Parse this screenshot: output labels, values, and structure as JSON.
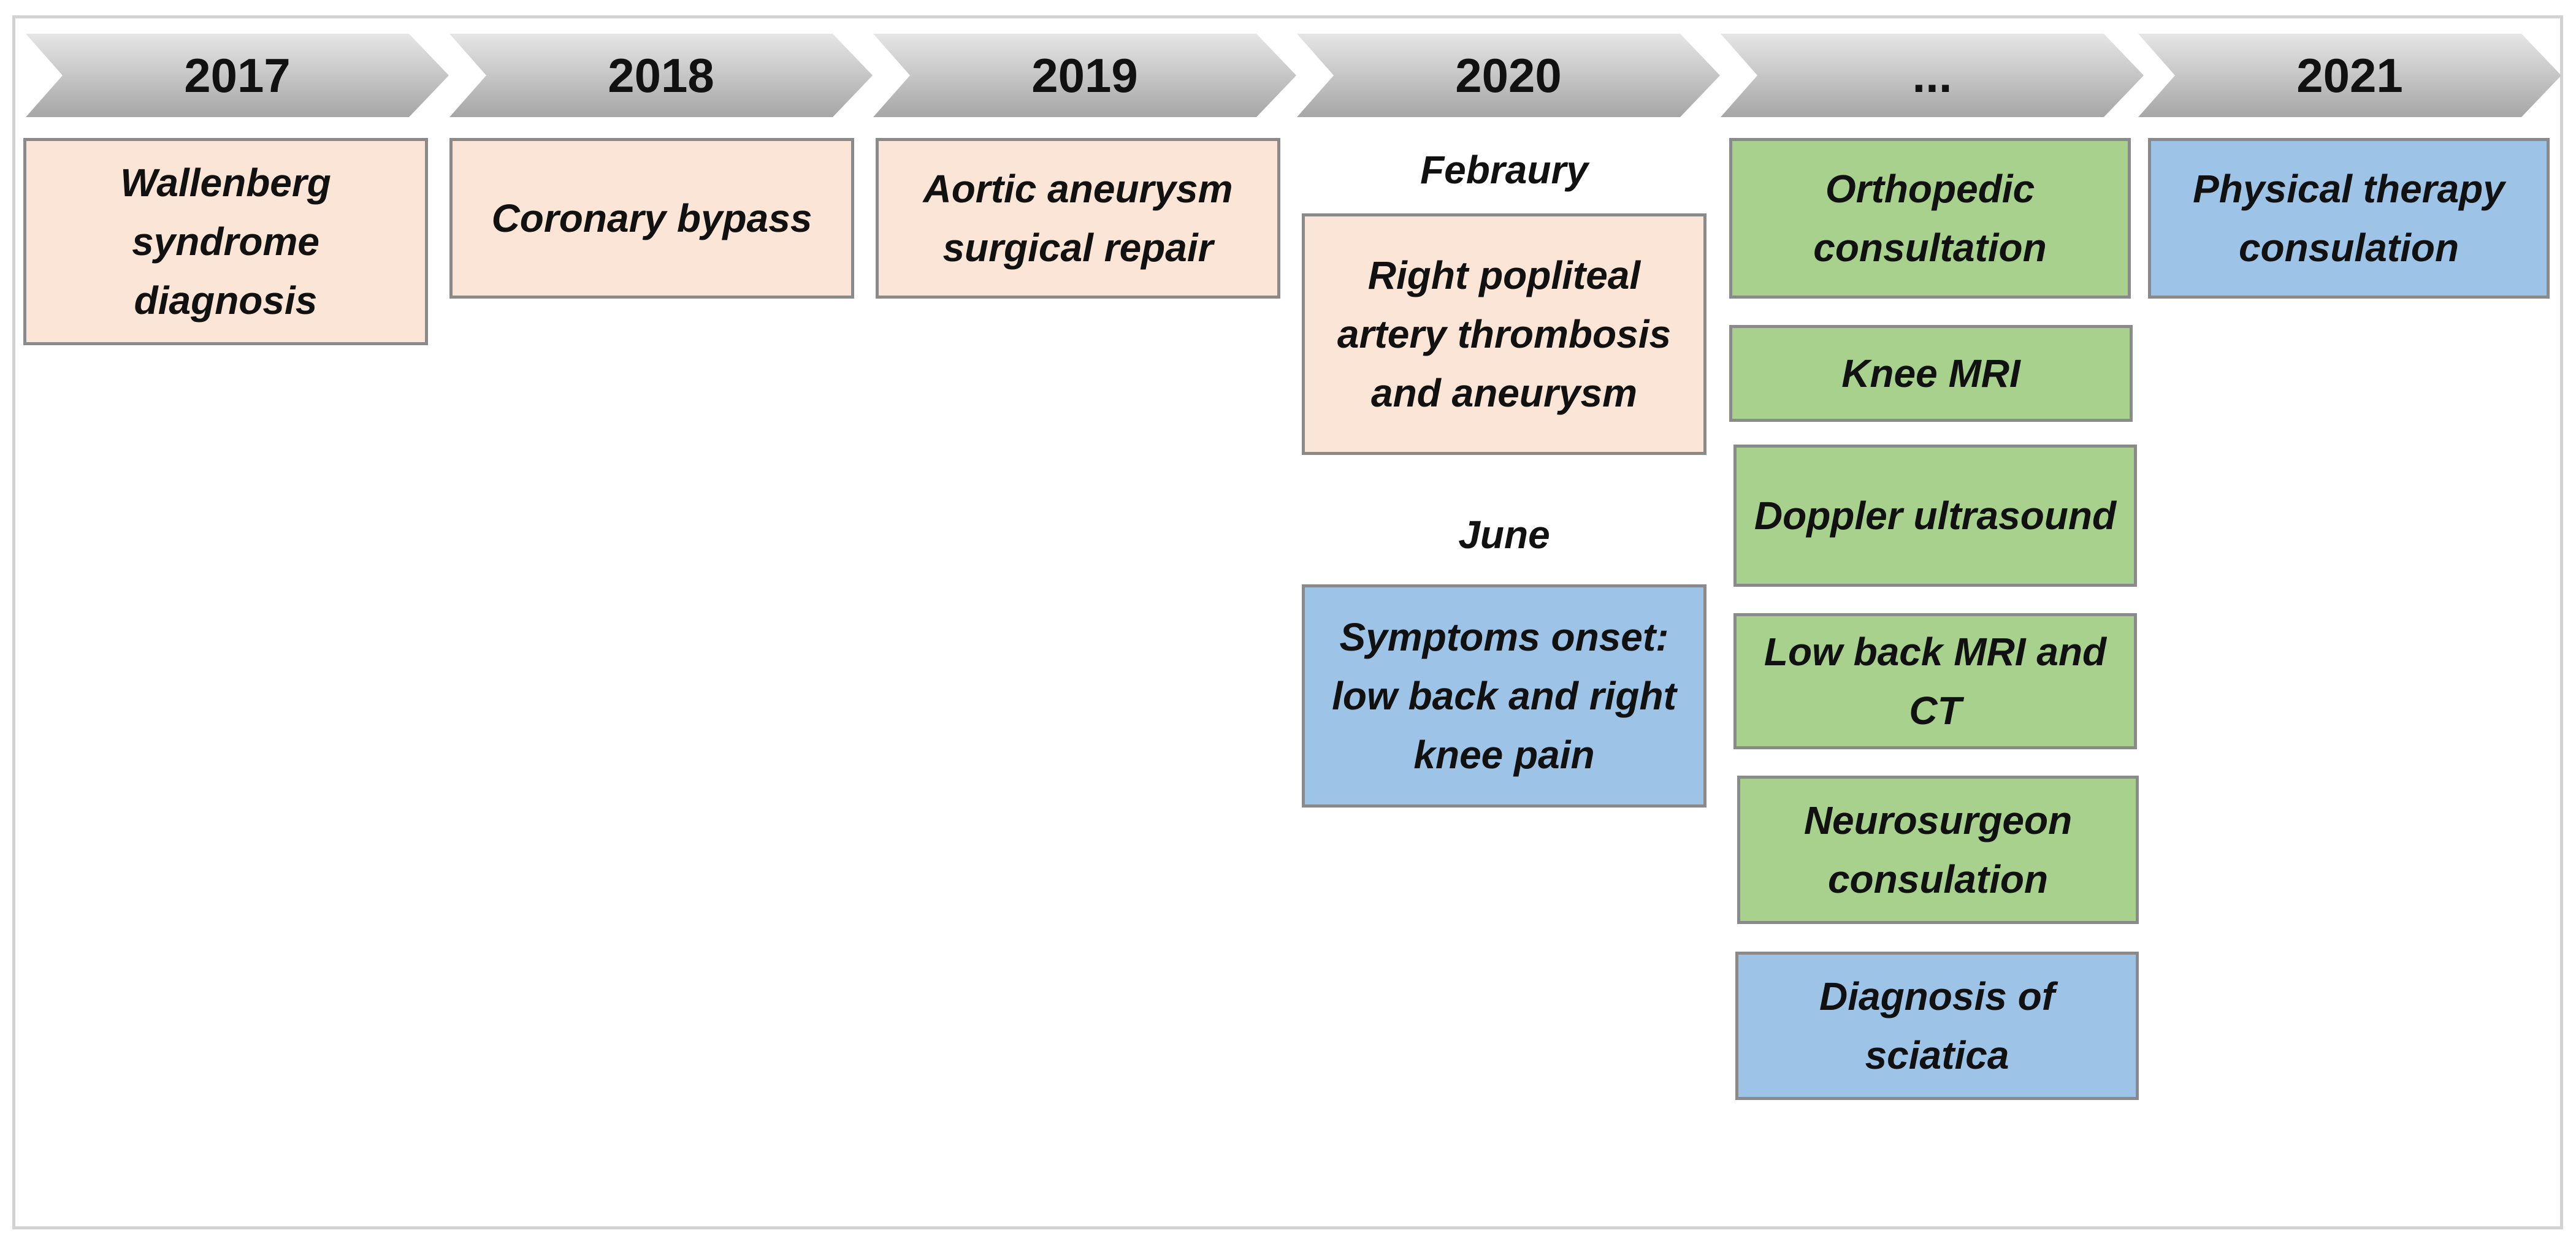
{
  "timeline": {
    "years": [
      "2017",
      "2018",
      "2019",
      "2020",
      "...",
      "2021"
    ]
  },
  "events": {
    "y2017": "Wallenberg syndrome diagnosis",
    "y2018": "Coronary bypass",
    "y2019": "Aortic aneurysm surgical repair",
    "y2020_month1": "Febraury",
    "y2020_event1": "Right popliteal artery thrombosis and aneurysm",
    "y2020_month2": "June",
    "y2020_event2": "Symptoms onset: low back and right knee pain",
    "gap_1": "Orthopedic consultation",
    "gap_2": "Knee MRI",
    "gap_3": "Doppler ultrasound",
    "gap_4": "Low back MRI and CT",
    "gap_5": "Neurosurgeon consulation",
    "gap_6": "Diagnosis of sciatica",
    "y2021": "Physical therapy consulation"
  },
  "colors": {
    "history": "#fbe5d6",
    "workup": "#a9d18e",
    "milestone": "#9dc3e6",
    "chevron_light": "#e6e6e6",
    "chevron_dark": "#a6a6a6"
  }
}
